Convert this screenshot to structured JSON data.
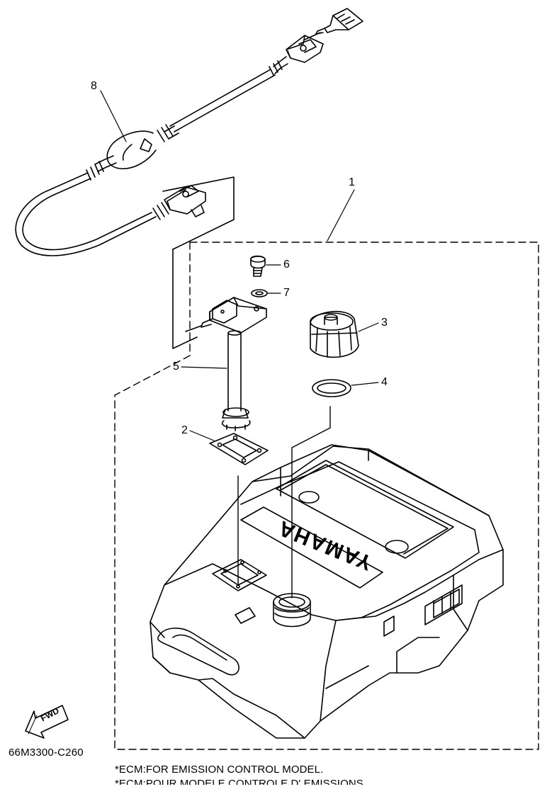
{
  "callouts": {
    "c1": "1",
    "c2": "2",
    "c3": "3",
    "c4": "4",
    "c5": "5",
    "c6": "6",
    "c7": "7",
    "c8": "8"
  },
  "fwd_label": "FWD",
  "brand_text": "YAMAHA",
  "part_code": "66M3300-C260",
  "footnotes": {
    "line1": "*ECM:FOR EMISSION CONTROL MODEL.",
    "line2": "*ECM:POUR MODELE CONTROLE D' EMISSIONS"
  },
  "icons": {
    "fwd_arrow": "fwd-arrow-icon"
  }
}
